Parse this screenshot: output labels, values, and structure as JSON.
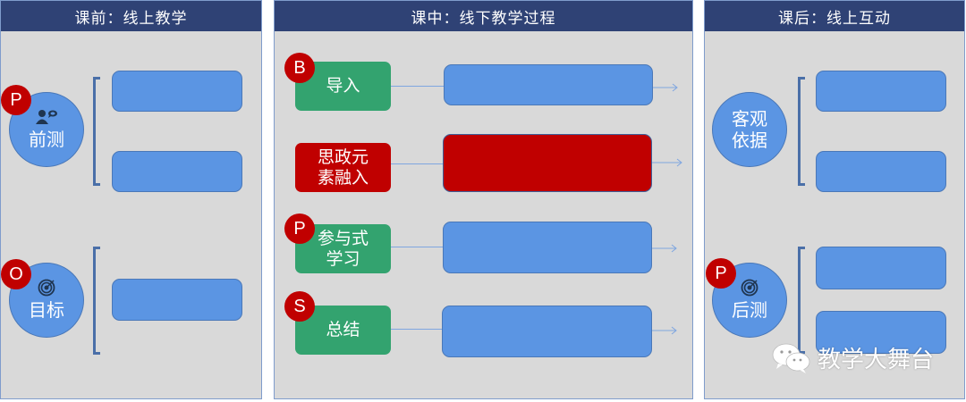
{
  "colors": {
    "header_bg": "#2f4275",
    "panel_bg": "#d9d9d9",
    "panel_border": "#7f9ccc",
    "blue_shape": "#5b95e3",
    "green_stage": "#33a36f",
    "red_accent": "#c00000",
    "connector": "#7fa6e0"
  },
  "panels": [
    {
      "title": "课前：线上教学",
      "groups": [
        {
          "badge": "P",
          "icon": "user-speech-icon",
          "label": "前测",
          "box_count": 2
        },
        {
          "badge": "O",
          "icon": "target-icon",
          "label": "目标",
          "box_count": 1
        }
      ]
    },
    {
      "title": "课中：线下教学过程",
      "stages": [
        {
          "badge": "B",
          "label": "导入",
          "color": "green",
          "box_color": "blue"
        },
        {
          "badge": "",
          "label": "思政元素融入",
          "label_lines": [
            "思政元",
            "素融入"
          ],
          "color": "red",
          "box_color": "red"
        },
        {
          "badge": "P",
          "label": "参与式学习",
          "label_lines": [
            "参与式",
            "学习"
          ],
          "color": "green",
          "box_color": "blue"
        },
        {
          "badge": "S",
          "label": "总结",
          "color": "green",
          "box_color": "blue"
        }
      ]
    },
    {
      "title": "课后：线上互动",
      "groups": [
        {
          "badge": "",
          "icon": "",
          "label": "客观依据",
          "label_lines": [
            "客观",
            "依据"
          ],
          "box_count": 2
        },
        {
          "badge": "P",
          "icon": "target-icon",
          "label": "后测",
          "box_count": 2
        }
      ]
    }
  ],
  "watermark": {
    "icon": "wechat-icon",
    "text": "教学大舞台"
  }
}
